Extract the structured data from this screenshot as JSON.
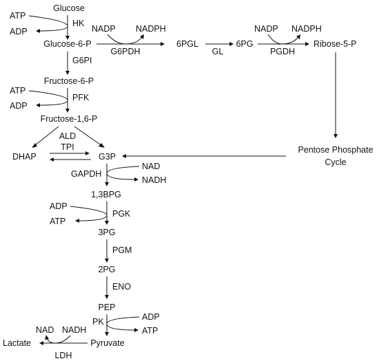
{
  "metabolites": {
    "glucose": "Glucose",
    "g6p": "Glucose-6-P",
    "f6p": "Fructose-6-P",
    "f16p": "Fructose-1,6-P",
    "dhap": "DHAP",
    "g3p": "G3P",
    "bpg13": "1,3BPG",
    "pg3": "3PG",
    "pg2": "2PG",
    "pep": "PEP",
    "pyruvate": "Pyruvate",
    "lactate": "Lactate",
    "pgl6": "6PGL",
    "pg6": "6PG",
    "r5p": "Ribose-5-P",
    "ppc_line1": "Pentose Phosphate",
    "ppc_line2": "Cycle"
  },
  "enzymes": {
    "hk": "HK",
    "g6pi": "G6PI",
    "pfk": "PFK",
    "ald": "ALD",
    "tpi": "TPI",
    "gapdh": "GAPDH",
    "pgk": "PGK",
    "pgm": "PGM",
    "eno": "ENO",
    "pk": "PK",
    "ldh": "LDH",
    "g6pdh": "G6PDH",
    "gl": "GL",
    "pgdh": "PGDH"
  },
  "cofactors": {
    "hk_in": "ATP",
    "hk_out": "ADP",
    "pfk_in": "ATP",
    "pfk_out": "ADP",
    "gapdh_in": "NAD",
    "gapdh_out": "NADH",
    "pgk_in": "ADP",
    "pgk_out": "ATP",
    "pk_in": "ADP",
    "pk_out": "ATP",
    "ldh_in": "NADH",
    "ldh_out": "NAD",
    "g6pdh_in": "NADP",
    "g6pdh_out": "NADPH",
    "pgdh_in": "NADP",
    "pgdh_out": "NADPH"
  }
}
